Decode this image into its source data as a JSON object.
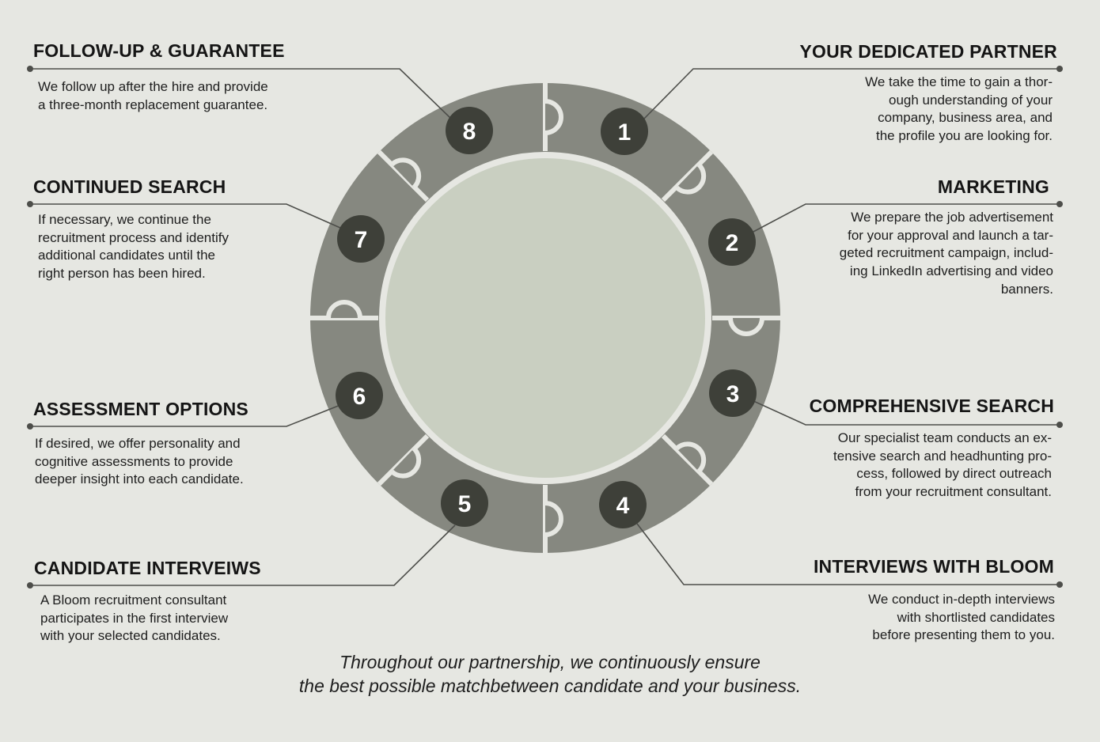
{
  "colors": {
    "background": "#e6e7e2",
    "ring": "#868880",
    "inner_circle": "#c9cfc1",
    "badge": "#3e4039",
    "connector": "#4d4e4a"
  },
  "steps": [
    {
      "number": "1",
      "title": "YOUR DEDICATED PARTNER",
      "lines": [
        "We take the time to gain a thor-",
        "ough understanding of your",
        "company, business area, and",
        "the profile you are looking for."
      ]
    },
    {
      "number": "2",
      "title": "MARKETING",
      "lines": [
        "We prepare the job advertisement",
        "for your approval and launch a tar-",
        "geted recruitment campaign, includ-",
        "ing LinkedIn advertising and video",
        "banners."
      ]
    },
    {
      "number": "3",
      "title": "COMPREHENSIVE SEARCH",
      "lines": [
        "Our specialist team conducts an ex-",
        "tensive search and headhunting pro-",
        "cess, followed by direct outreach",
        "from your recruitment consultant."
      ]
    },
    {
      "number": "4",
      "title": "INTERVIEWS WITH BLOOM",
      "lines": [
        "We conduct in-depth interviews",
        "with shortlisted candidates",
        "before presenting them to you."
      ]
    },
    {
      "number": "5",
      "title": "CANDIDATE INTERVEIWS",
      "lines": [
        "A Bloom recruitment consultant",
        "participates in the first interview",
        "with your selected candidates."
      ]
    },
    {
      "number": "6",
      "title": "ASSESSMENT OPTIONS",
      "lines": [
        "If desired, we offer personality and",
        "cognitive assessments to provide",
        "deeper insight into each candidate."
      ]
    },
    {
      "number": "7",
      "title": "CONTINUED SEARCH",
      "lines": [
        "If necessary, we continue the",
        "recruitment process and identify",
        "additional candidates until the",
        "right person has been hired."
      ]
    },
    {
      "number": "8",
      "title": "FOLLOW-UP & GUARANTEE",
      "lines": [
        "We follow up after the hire and provide",
        "a three-month replacement guarantee."
      ]
    }
  ],
  "footer": {
    "line1": "Throughout our partnership, we continuously ensure",
    "line2": "the best possible matchbetween candidate and your business."
  }
}
